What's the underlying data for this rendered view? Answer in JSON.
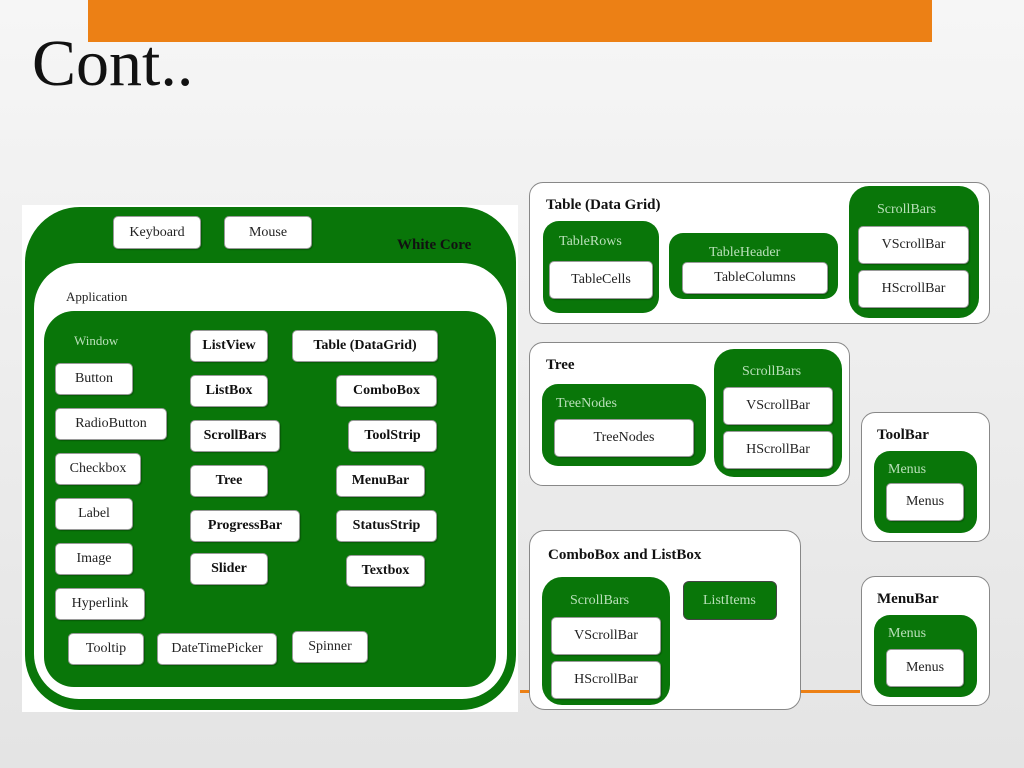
{
  "slide": {
    "title": "Cont.."
  },
  "core": {
    "label": "White Core",
    "inputs": [
      "Keyboard",
      "Mouse"
    ],
    "application_label": "Application",
    "window_label": "Window",
    "left_controls": [
      "Button",
      "RadioButton",
      "Checkbox",
      "Label",
      "Image",
      "Hyperlink"
    ],
    "bottom_controls": [
      "Tooltip",
      "DateTimePicker",
      "Spinner"
    ],
    "container_controls": [
      "ListView",
      "Table (DataGrid)",
      "ListBox",
      "ComboBox",
      "ScrollBars",
      "ToolStrip",
      "Tree",
      "MenuBar",
      "ProgressBar",
      "StatusStrip",
      "Slider",
      "Textbox"
    ]
  },
  "table_grid": {
    "title": "Table (Data Grid)",
    "rows_label": "TableRows",
    "cells": "TableCells",
    "header_label": "TableHeader",
    "columns": "TableColumns",
    "scrollbars_label": "ScrollBars",
    "vscroll": "VScrollBar",
    "hscroll": "HScrollBar"
  },
  "tree": {
    "title": "Tree",
    "nodes_label": "TreeNodes",
    "nodes": "TreeNodes",
    "scrollbars_label": "ScrollBars",
    "vscroll": "VScrollBar",
    "hscroll": "HScrollBar"
  },
  "toolbar": {
    "title": "ToolBar",
    "menus_label": "Menus",
    "menus": "Menus"
  },
  "combo_list": {
    "title": "ComboBox and ListBox",
    "scrollbars_label": "ScrollBars",
    "vscroll": "VScrollBar",
    "hscroll": "HScrollBar",
    "list_items": "ListItems"
  },
  "menubar": {
    "title": "MenuBar",
    "menus_label": "Menus",
    "menus": "Menus"
  }
}
